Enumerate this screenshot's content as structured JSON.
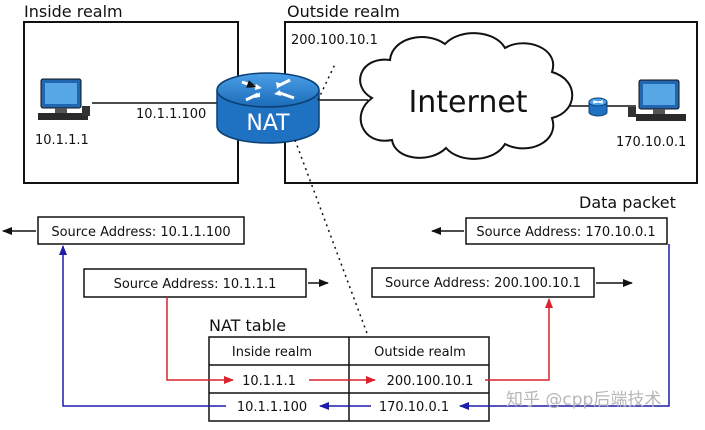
{
  "inside_realm": {
    "title": "Inside realm",
    "host_ip": "10.1.1.1",
    "link_ip": "10.1.1.100"
  },
  "outside_realm": {
    "title": "Outside realm",
    "public_ip": "200.100.10.1",
    "host_ip": "170.10.0.1"
  },
  "router_label": "NAT",
  "internet_label": "Internet",
  "data_packet_label": "Data packet",
  "packets": {
    "reply_inside": "Source Address: 10.1.1.100",
    "request_inside": "Source Address: 10.1.1.1",
    "request_outside": "Source Address: 200.100.10.1",
    "reply_outside": "Source Address: 170.10.0.1"
  },
  "nat_table": {
    "title": "NAT table",
    "headers": [
      "Inside realm",
      "Outside realm"
    ],
    "rows": [
      [
        "10.1.1.1",
        "200.100.10.1"
      ],
      [
        "10.1.1.100",
        "170.10.0.1"
      ]
    ]
  },
  "watermark": "知乎 @cpp后端技术",
  "colors": {
    "red_path": "#d9232d",
    "blue_path": "#1d1da8",
    "router": "#1f72c2",
    "pc": "#2266b0"
  }
}
